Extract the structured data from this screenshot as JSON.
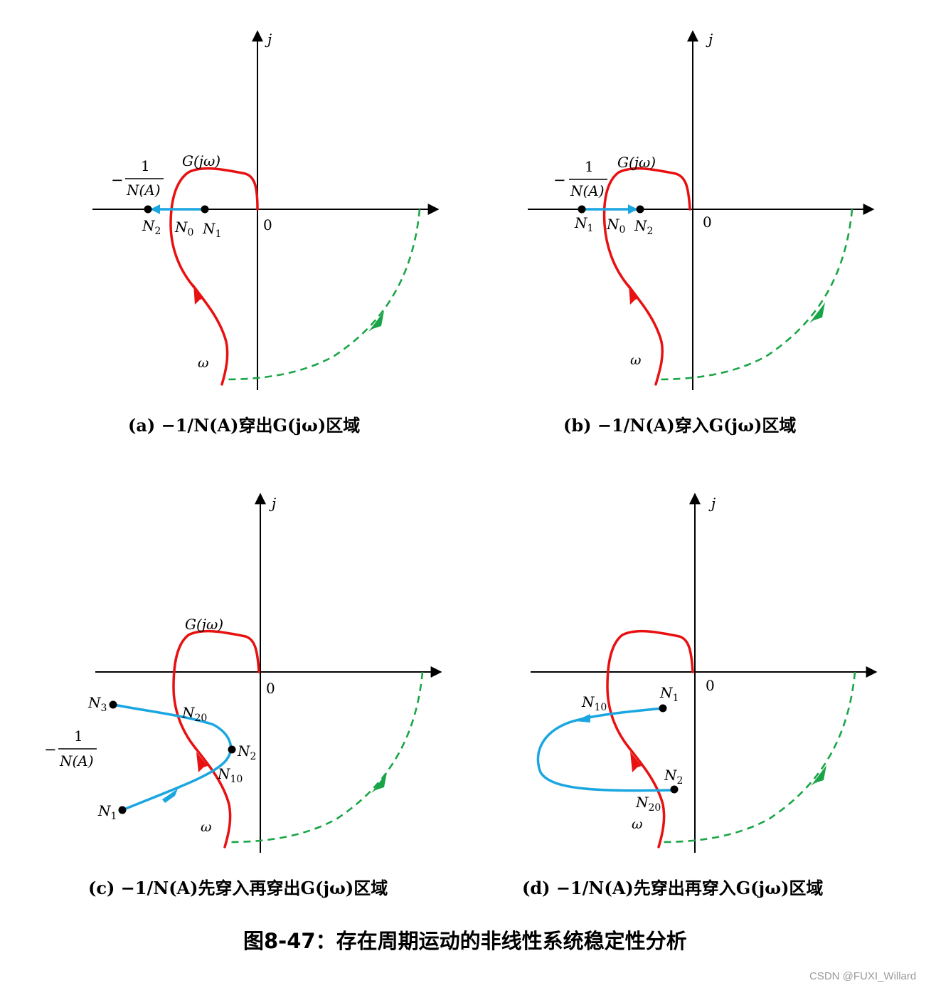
{
  "panels": [
    {
      "id": "a",
      "caption": "(a)  −1/N(A)穿出G(jω)区域",
      "axis_j": "j",
      "origin": "0",
      "g_label": "G(jω)",
      "omega": "ω",
      "neg_label": "−",
      "frac_num": "1",
      "frac_den": "N(A)",
      "points": [
        {
          "base": "N",
          "sub": "2"
        },
        {
          "base": "N",
          "sub": "0"
        },
        {
          "base": "N",
          "sub": "1"
        }
      ]
    },
    {
      "id": "b",
      "caption": "(b)  −1/N(A)穿入G(jω)区域",
      "axis_j": "j",
      "origin": "0",
      "g_label": "G(jω)",
      "omega": "ω",
      "neg_label": "−",
      "frac_num": "1",
      "frac_den": "N(A)",
      "points": [
        {
          "base": "N",
          "sub": "1"
        },
        {
          "base": "N",
          "sub": "0"
        },
        {
          "base": "N",
          "sub": "2"
        }
      ]
    },
    {
      "id": "c",
      "caption": "(c)  −1/N(A)先穿入再穿出G(jω)区域",
      "axis_j": "j",
      "origin": "0",
      "g_label": "G(jω)",
      "omega": "ω",
      "neg_label": "−",
      "frac_num": "1",
      "frac_den": "N(A)",
      "points": [
        {
          "base": "N",
          "sub": "3"
        },
        {
          "base": "N",
          "sub": "20"
        },
        {
          "base": "N",
          "sub": "2"
        },
        {
          "base": "N",
          "sub": "10"
        },
        {
          "base": "N",
          "sub": "1"
        }
      ]
    },
    {
      "id": "d",
      "caption": "(d)  −1/N(A)先穿出再穿入G(jω)区域",
      "axis_j": "j",
      "origin": "0",
      "omega": "ω",
      "points": [
        {
          "base": "N",
          "sub": "10"
        },
        {
          "base": "N",
          "sub": "1"
        },
        {
          "base": "N",
          "sub": "2"
        },
        {
          "base": "N",
          "sub": "20"
        }
      ]
    }
  ],
  "figure_title": "图8-47：存在周期运动的非线性系统稳定性分析",
  "watermark": "CSDN @FUXI_Willard",
  "colors": {
    "g_curve": "#e81010",
    "mirror_curve": "#19a547",
    "describing_function": "#1aa6e0",
    "axes": "#000000"
  }
}
